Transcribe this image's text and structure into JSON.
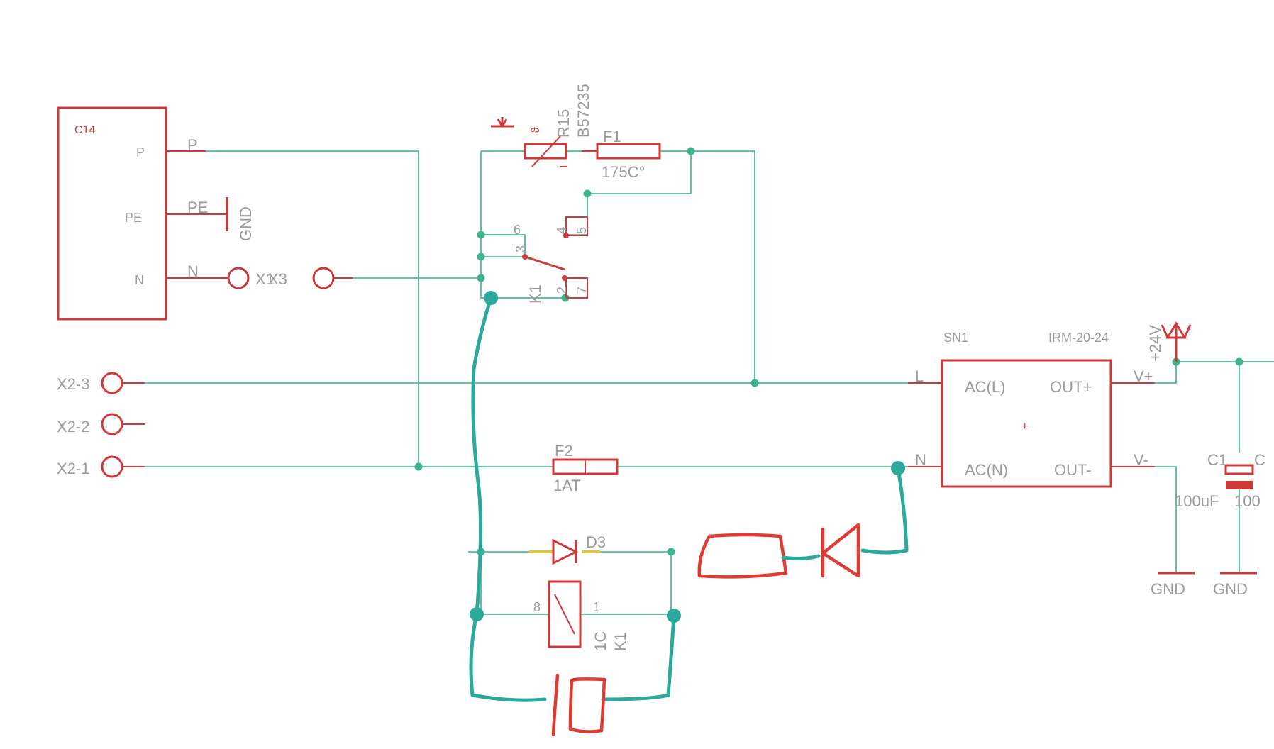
{
  "connector": {
    "name": "C14",
    "pins": [
      "P",
      "PE",
      "N"
    ]
  },
  "net_labels": {
    "P": "P",
    "PE": "PE",
    "N_left": "N",
    "L": "L",
    "N_right": "N",
    "Vplus": "V+",
    "Vminus": "V-"
  },
  "ground_labels": {
    "gnd_vertical": "GND",
    "gnd1": "GND",
    "gnd2": "GND"
  },
  "terminals": {
    "x1": "X1",
    "x3": "X3",
    "x2_3": "X2-3",
    "x2_2": "X2-2",
    "x2_1": "X2-1"
  },
  "thermistor": {
    "name": "R15",
    "part": "B57235",
    "temp": "ϑ"
  },
  "thermal_fuse": {
    "name": "F1",
    "rating": "175C°"
  },
  "relay": {
    "contacts_name": "K1",
    "pins": [
      "6",
      "3",
      "4",
      "5",
      "2",
      "7"
    ],
    "coil_name": "K1",
    "coil_pin_left": "8",
    "coil_pin_right": "1",
    "coil_tag": "1C"
  },
  "fuse2": {
    "name": "F2",
    "rating": "1AT"
  },
  "diode": {
    "name": "D3"
  },
  "psu": {
    "name": "SN1",
    "model": "IRM-20-24",
    "pins": {
      "acl": "AC(L)",
      "acn": "AC(N)",
      "outp": "OUT+",
      "outn": "OUT-"
    },
    "center_mark": "+"
  },
  "supply": {
    "label": "+24V"
  },
  "capacitor": {
    "name": "C1",
    "name2": "C",
    "value": "100uF",
    "value2": "100"
  },
  "colors": {
    "wire": "#4cbf9a",
    "symbol": "#d0393a",
    "label": "#9c9c9c",
    "annotation_red": "#e03b33",
    "annotation_teal": "#2ba99b"
  }
}
